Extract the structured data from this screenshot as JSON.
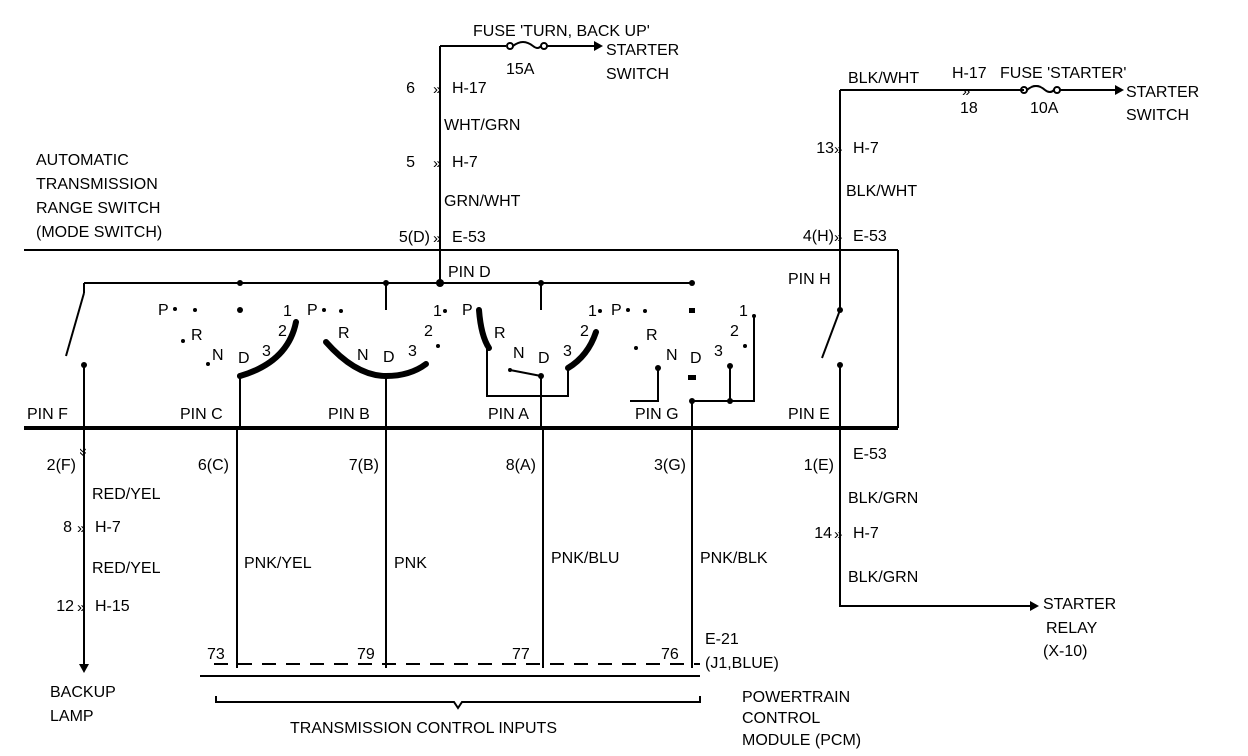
{
  "fuse_turn_backup": {
    "title": "FUSE 'TURN, BACK UP'",
    "rating": "15A",
    "dest_line1": "STARTER",
    "dest_line2": "SWITCH"
  },
  "fuse_starter": {
    "connector": "H-17",
    "title": "FUSE 'STARTER'",
    "pin": "18",
    "rating": "10A",
    "dest_line1": "STARTER",
    "dest_line2": "SWITCH",
    "wire_top": "BLK/WHT"
  },
  "switch_label": {
    "line1": "AUTOMATIC",
    "line2": "TRANSMISSION",
    "line3": "RANGE SWITCH",
    "line4": "(MODE SWITCH)"
  },
  "pin_d_feed": {
    "c1_pin": "6",
    "c1_name": "H-17",
    "wire1": "WHT/GRN",
    "c2_pin": "5",
    "c2_name": "H-7",
    "wire2": "GRN/WHT",
    "c3_pin": "5(D)",
    "c3_name": "E-53"
  },
  "pin_h_feed": {
    "c1_pin": "13",
    "c1_name": "H-7",
    "wire": "BLK/WHT",
    "c2_pin": "4(H)",
    "c2_name": "E-53"
  },
  "pins": {
    "d": "PIN D",
    "h": "PIN H",
    "f": "PIN F",
    "c": "PIN C",
    "b": "PIN B",
    "a": "PIN A",
    "g": "PIN G",
    "e": "PIN E"
  },
  "positions": {
    "p": "P",
    "r": "R",
    "n": "N",
    "d": "D",
    "one": "1",
    "two": "2",
    "three": "3"
  },
  "lower": {
    "f_pin": "2(F)",
    "f_wire1": "RED/YEL",
    "f_c2_pin": "8",
    "f_c2_name": "H-7",
    "f_wire2": "RED/YEL",
    "f_c3_pin": "12",
    "f_c3_name": "H-15",
    "c_pin": "6(C)",
    "c_wire": "PNK/YEL",
    "b_pin": "7(B)",
    "b_wire": "PNK",
    "a_pin": "8(A)",
    "a_wire": "PNK/BLU",
    "g_pin": "3(G)",
    "g_wire": "PNK/BLK",
    "e_pin": "1(E)",
    "e_c1_name": "E-53",
    "e_wire1": "BLK/GRN",
    "e_c2_pin": "14",
    "e_c2_name": "H-7",
    "e_wire2": "BLK/GRN"
  },
  "pcm": {
    "pin_c": "73",
    "pin_b": "79",
    "pin_a": "77",
    "pin_g": "76",
    "connector": "E-21",
    "connector_detail": "(J1,BLUE)",
    "inputs_label": "TRANSMISSION CONTROL INPUTS",
    "line1": "POWERTRAIN",
    "line2": "CONTROL",
    "line3": "MODULE (PCM)"
  },
  "backup_lamp": {
    "line1": "BACKUP",
    "line2": "LAMP"
  },
  "starter_relay": {
    "line1": "STARTER",
    "line2": "RELAY",
    "line3": "(X-10)"
  }
}
